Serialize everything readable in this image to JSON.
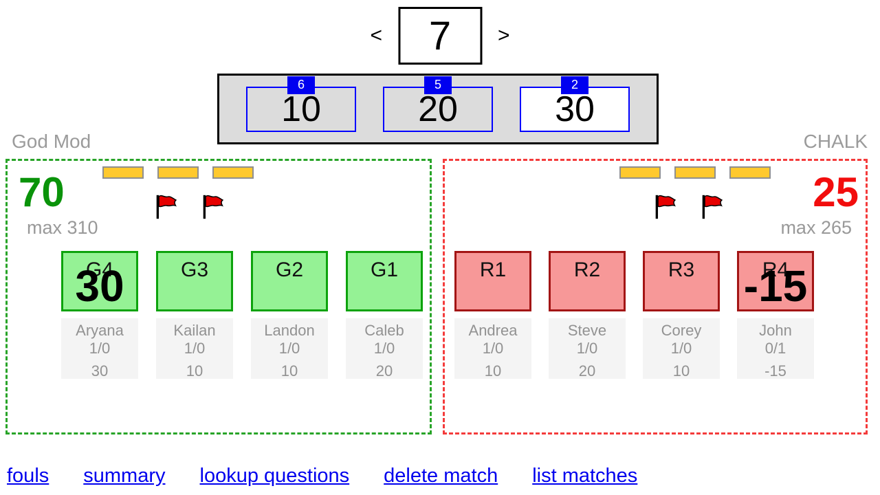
{
  "stepper": {
    "prev_label": "<",
    "value": "7",
    "next_label": ">"
  },
  "question_panel": {
    "options": [
      {
        "badge": "6",
        "value": "10",
        "selected": false
      },
      {
        "badge": "5",
        "value": "20",
        "selected": false
      },
      {
        "badge": "2",
        "value": "30",
        "selected": true
      }
    ]
  },
  "teams": [
    {
      "name": "God Mod",
      "score": "70",
      "max_label": "max 310",
      "bonus_bars": 3,
      "foul_flags": 2,
      "players": [
        {
          "label": "G4",
          "overlay": "30",
          "name": "Aryana",
          "record": "1/0",
          "points": "30"
        },
        {
          "label": "G3",
          "name": "Kailan",
          "record": "1/0",
          "points": "10"
        },
        {
          "label": "G2",
          "name": "Landon",
          "record": "1/0",
          "points": "10"
        },
        {
          "label": "G1",
          "name": "Caleb",
          "record": "1/0",
          "points": "20"
        }
      ]
    },
    {
      "name": "CHALK",
      "score": "25",
      "max_label": "max 265",
      "bonus_bars": 3,
      "foul_flags": 2,
      "players": [
        {
          "label": "R1",
          "name": "Andrea",
          "record": "1/0",
          "points": "10"
        },
        {
          "label": "R2",
          "name": "Steve",
          "record": "1/0",
          "points": "20"
        },
        {
          "label": "R3",
          "name": "Corey",
          "record": "1/0",
          "points": "10"
        },
        {
          "label": "R4",
          "overlay": "-15",
          "name": "John",
          "record": "0/1",
          "points": "-15"
        }
      ]
    }
  ],
  "links": [
    "fouls",
    "summary",
    "lookup questions",
    "delete match",
    "list matches"
  ],
  "icons": {
    "foul_flag": "red triangular flag on black pole",
    "bonus_bar": "yellow rectangle indicator"
  },
  "colors": {
    "team_left_accent": "#0a930a",
    "team_right_accent": "#f20d0d",
    "team_left_border": "#28a428",
    "team_right_border": "#f43b3b",
    "card_left_bg": "#95f295",
    "card_right_bg": "#f79898",
    "bonus_bar_fill": "#ffc92e",
    "badge_bg": "#0000f0",
    "value_box_border": "#0000ff",
    "link_color": "#0000ee",
    "panel_bg": "#dcdcdc"
  }
}
